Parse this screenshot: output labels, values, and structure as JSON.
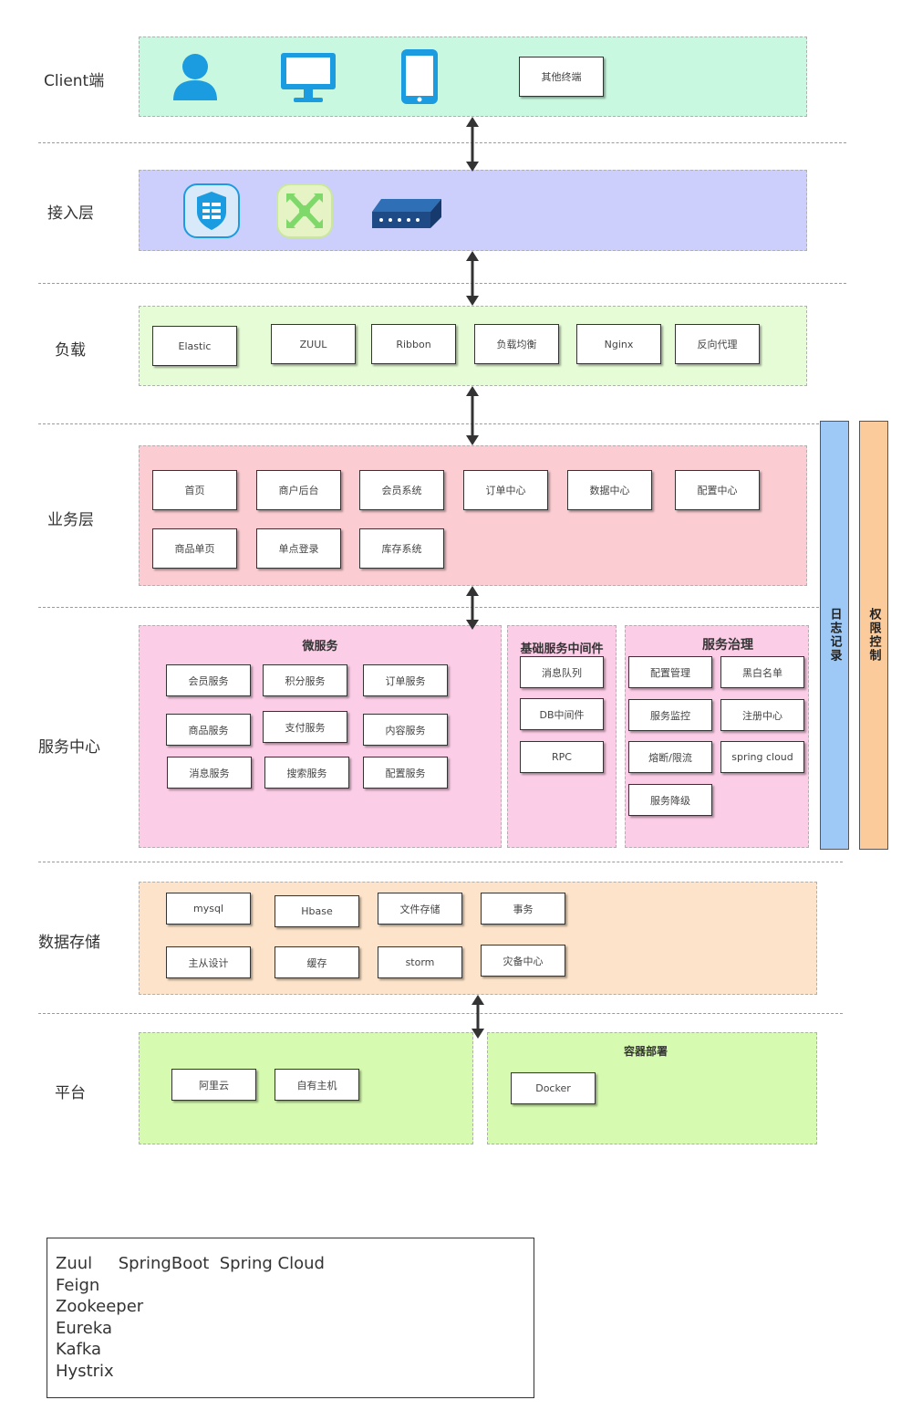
{
  "colors": {
    "client_bg": "#c9f8e0",
    "access_bg": "#cccefb",
    "load_bg": "#e6fcd6",
    "business_bg": "#fbcdd2",
    "service_bg": "#fccde7",
    "storage_bg": "#fce3c9",
    "platform_bg": "#d6fab0",
    "log_bar": "#9ec9f6",
    "auth_bar": "#fbcb9c",
    "icon_blue": "#1b9be0",
    "icon_green": "#9be58a",
    "icon_navy": "#1e4a86"
  },
  "layers": {
    "client": "Client端",
    "access": "接入层",
    "load": "负载",
    "business": "业务层",
    "service": "服务中心",
    "storage": "数据存储",
    "platform": "平台"
  },
  "client": {
    "icons": [
      "user-icon",
      "monitor-icon",
      "mobile-phone-icon"
    ],
    "other_terminal": "其他终端"
  },
  "access": {
    "icons": [
      "firewall-shield-icon",
      "network-switch-icon",
      "router-device-icon"
    ]
  },
  "load": {
    "items": [
      "Elastic",
      "ZUUL",
      "Ribbon",
      "负载均衡",
      "Nginx",
      "反向代理"
    ]
  },
  "business": {
    "items": [
      "首页",
      "商户后台",
      "会员系统",
      "订单中心",
      "数据中心",
      "配置中心",
      "商品单页",
      "单点登录",
      "库存系统"
    ]
  },
  "service": {
    "micro_title": "微服务",
    "micro_items": [
      "会员服务",
      "积分服务",
      "订单服务",
      "商品服务",
      "支付服务",
      "内容服务",
      "消息服务",
      "搜索服务",
      "配置服务"
    ],
    "middleware_title": "基础服务中间件",
    "middleware_items": [
      "消息队列",
      "DB中间件",
      "RPC"
    ],
    "governance_title": "服务治理",
    "governance_items": [
      "配置管理",
      "黑白名单",
      "服务监控",
      "注册中心",
      "熔断/限流",
      "spring cloud",
      "服务降级"
    ]
  },
  "storage": {
    "items": [
      "mysql",
      "Hbase",
      "文件存储",
      "事务",
      "主从设计",
      "缓存",
      "storm",
      "灾备中心"
    ]
  },
  "platform": {
    "items": [
      "阿里云",
      "自有主机"
    ],
    "container_title": "容器部署",
    "container_items": [
      "Docker"
    ]
  },
  "side_bars": {
    "log": "日志记录",
    "auth": "权限控制"
  },
  "legend": {
    "lines": [
      "Zuul     SpringBoot  Spring Cloud",
      "Feign",
      "Zookeeper",
      "Eureka",
      "Kafka",
      "Hystrix"
    ]
  }
}
